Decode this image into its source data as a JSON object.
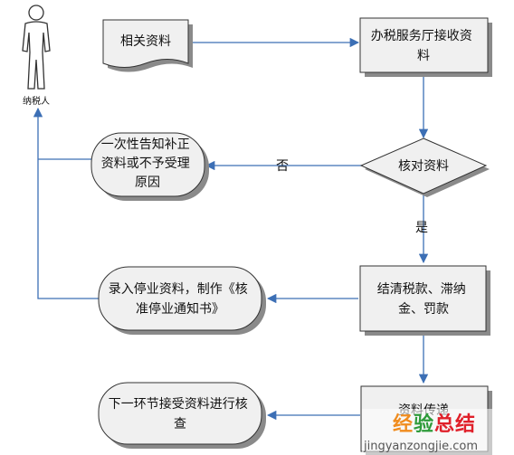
{
  "actor": {
    "label": "纳税人"
  },
  "nodes": {
    "docs": "相关资料",
    "hall_receive": [
      "办税服务厅接收资",
      "料"
    ],
    "check": "核对资料",
    "notify": [
      "一次性告知补正",
      "资料或不予受理",
      "原因"
    ],
    "settle": [
      "结清税款、滞纳",
      "金、罚款"
    ],
    "record": [
      "录入停业资料，制作《核",
      "准停业通知书》"
    ],
    "transfer": "资料传递",
    "next": [
      "下一环节接受资料进行核",
      "查"
    ]
  },
  "edges": {
    "no": "否",
    "yes": "是"
  },
  "watermark": {
    "title": "经验总结",
    "url": "jingyanzongjie.com"
  },
  "colors": {
    "box_fill": "#f0f0f0",
    "box_shadow": "#8a8a8a",
    "stroke": "#333333",
    "arrow": "#3c6fb5",
    "wm_orange": "#f08c1e",
    "wm_green": "#2e9b3a",
    "wm_red": "#e0202a"
  }
}
